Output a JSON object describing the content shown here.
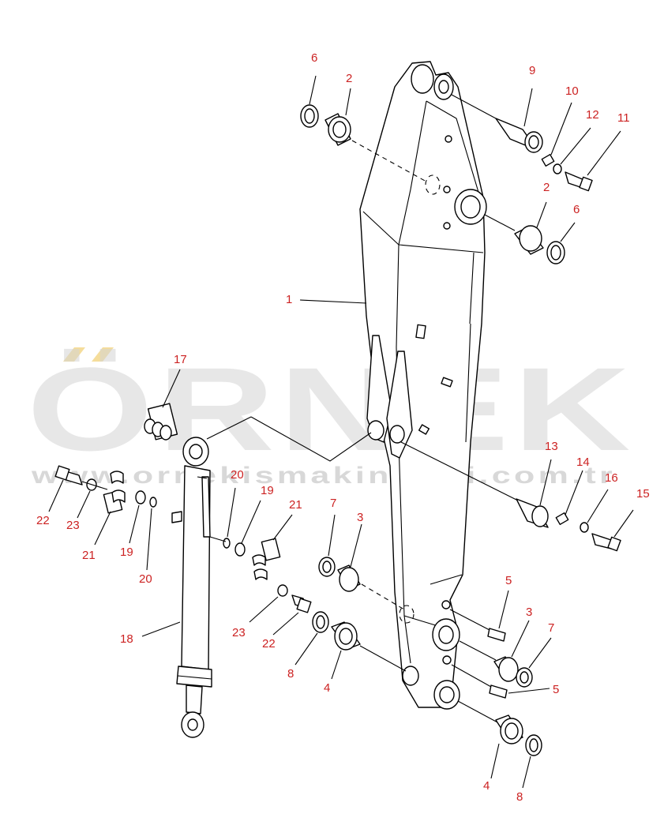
{
  "watermark": {
    "brand": "ÖRNEK",
    "website": "www.ornekismakinalari.com.tr",
    "accent_color": "#f2d27a",
    "text_color": "#d0d0d0"
  },
  "callout_color": "#cc2222",
  "callouts": {
    "c1": "1",
    "c2a": "2",
    "c2b": "2",
    "c3a": "3",
    "c3b": "3",
    "c4a": "4",
    "c4b": "4",
    "c5a": "5",
    "c5b": "5",
    "c6a": "6",
    "c6b": "6",
    "c7a": "7",
    "c7b": "7",
    "c8a": "8",
    "c8b": "8",
    "c9": "9",
    "c10": "10",
    "c11": "11",
    "c12": "12",
    "c13": "13",
    "c14": "14",
    "c15": "15",
    "c16": "16",
    "c17": "17",
    "c18": "18",
    "c19a": "19",
    "c19b": "19",
    "c20a": "20",
    "c20b": "20",
    "c21a": "21",
    "c21b": "21",
    "c22a": "22",
    "c22b": "22",
    "c23a": "23",
    "c23b": "23"
  }
}
